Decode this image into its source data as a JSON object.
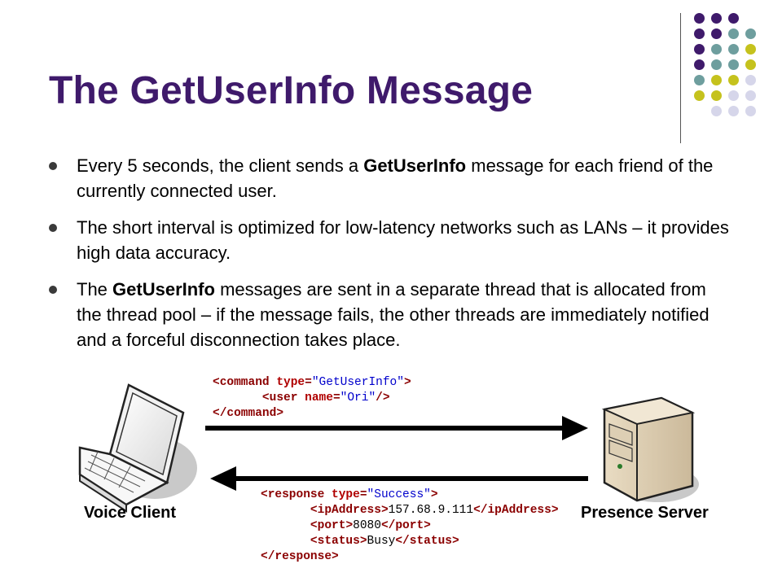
{
  "slide": {
    "title": "The GetUserInfo Message",
    "bullets": [
      {
        "before": "Every 5 seconds, the client sends a ",
        "bold": "GetUserInfo",
        "after": " message for each friend of the currently connected user."
      },
      {
        "before": "The short interval is optimized for low-latency networks such as LANs – it provides high data accuracy.",
        "bold": "",
        "after": ""
      },
      {
        "before": "The ",
        "bold": "GetUserInfo",
        "after": " messages are sent in a separate thread that is allocated from the thread pool – if the message fails, the other threads are immediately notified and a forceful disconnection takes place."
      }
    ]
  },
  "diagram": {
    "client_label": "Voice Client",
    "server_label": "Presence Server",
    "request_xml": {
      "command_tag": "command",
      "type_attr": "type",
      "type_value": "\"GetUserInfo\"",
      "user_tag": "user",
      "name_attr": "name",
      "name_value": "\"Ori\""
    },
    "response_xml": {
      "response_tag": "response",
      "type_attr": "type",
      "type_value": "\"Success\"",
      "ip_tag": "ipAddress",
      "ip_value": "157.68.9.111",
      "port_tag": "port",
      "port_value": "8080",
      "status_tag": "status",
      "status_value": "Busy"
    }
  },
  "colors": {
    "title": "#3f1a6b",
    "dot_purple": "#3f1a6b",
    "dot_teal": "#6e9e9e",
    "dot_yellow": "#c5c21d",
    "dot_lavender": "#d6d6ea",
    "arrow": "#000000"
  },
  "icons": {
    "client": "laptop-icon",
    "server": "server-tower-icon"
  }
}
